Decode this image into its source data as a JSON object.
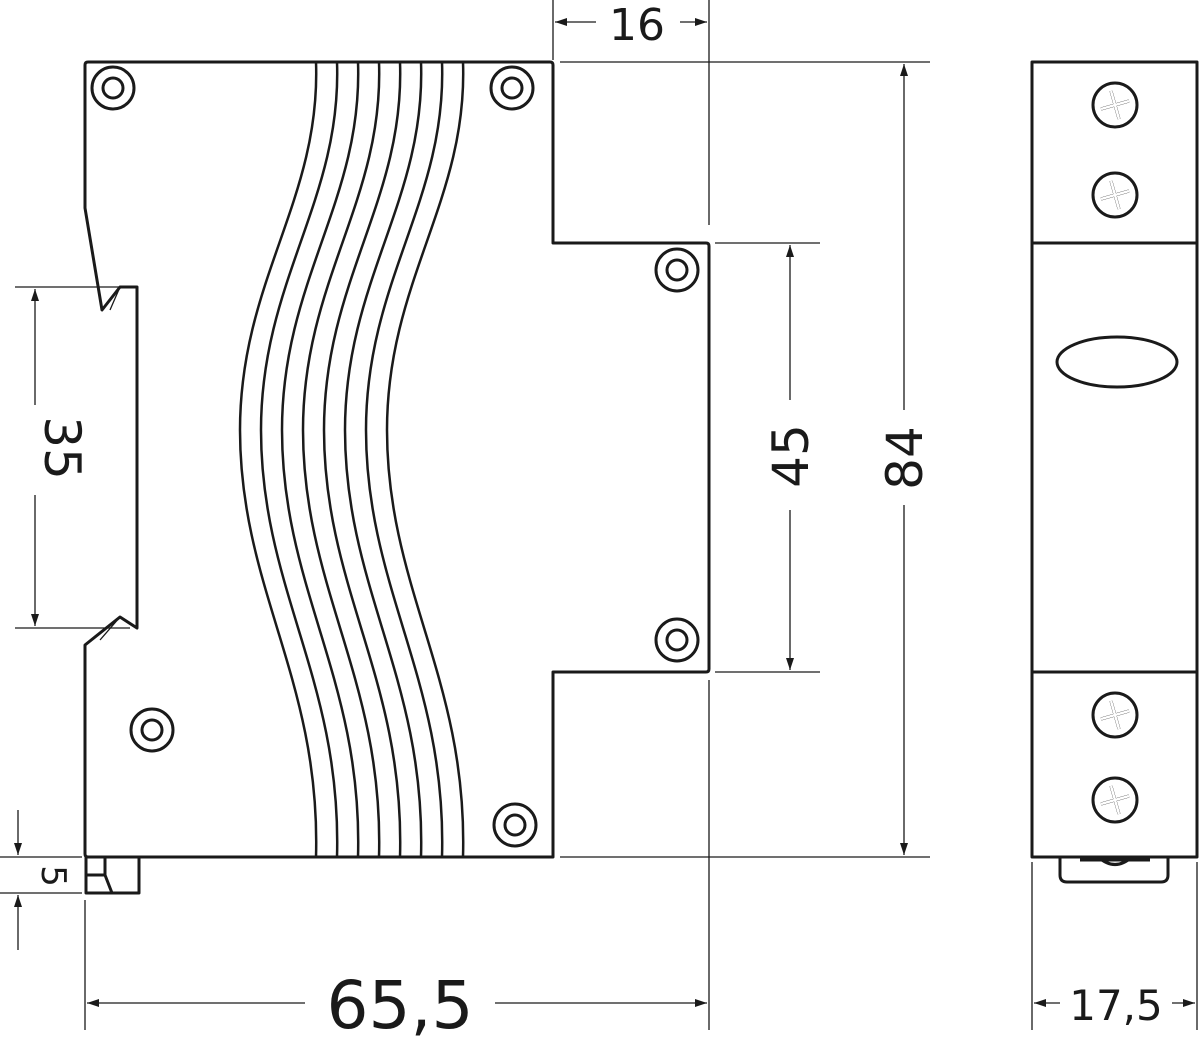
{
  "title": "DIN-rail device dimension drawing",
  "dimensions": {
    "top_offset": "16",
    "rail_width": "35",
    "front_height": "45",
    "total_height": "84",
    "clip_height": "5",
    "depth": "65,5",
    "width": "17,5"
  },
  "colors": {
    "line": "#1a1a1a",
    "background": "#ffffff"
  }
}
